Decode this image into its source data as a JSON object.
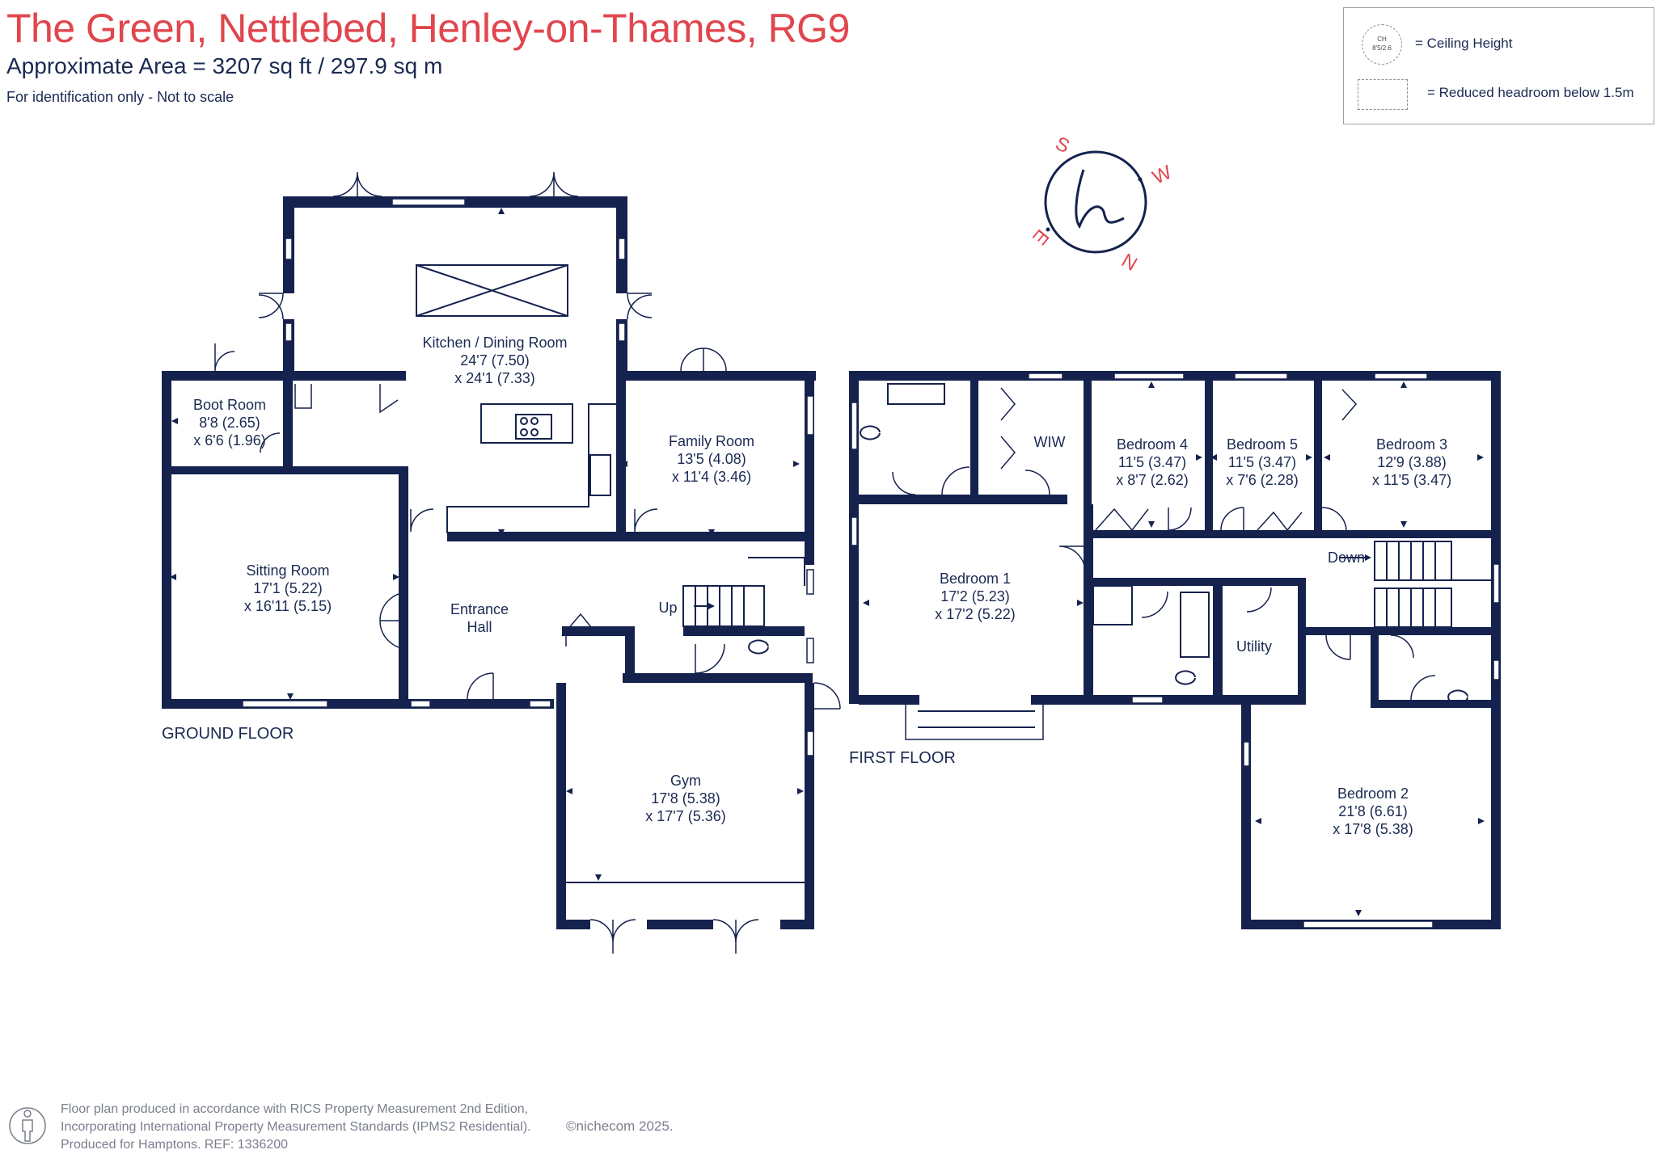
{
  "header": {
    "title": "The Green, Nettlebed, Henley-on-Thames, RG9",
    "area": "Approximate Area = 3207 sq ft / 297.9  sq m",
    "note": "For identification only - Not to scale"
  },
  "legend": {
    "ceiling_symbol_top": "CH",
    "ceiling_symbol_bottom": "8'5/2.6",
    "ceiling_label": "= Ceiling Height",
    "reduced_label": "= Reduced headroom below 1.5m"
  },
  "compass": {
    "s": "S",
    "w": "W",
    "n": "N",
    "e": "E",
    "logo": "h"
  },
  "ground_floor": {
    "label": "GROUND FLOOR",
    "rooms": [
      {
        "name": "Kitchen / Dining Room",
        "dim1": "24'7 (7.50)",
        "dim2": "x 24'1 (7.33)"
      },
      {
        "name": "Boot Room",
        "dim1": "8'8 (2.65)",
        "dim2": "x 6'6 (1.96)"
      },
      {
        "name": "Family Room",
        "dim1": "13'5 (4.08)",
        "dim2": "x 11'4 (3.46)"
      },
      {
        "name": "Sitting Room",
        "dim1": "17'1 (5.22)",
        "dim2": "x 16'11 (5.15)"
      },
      {
        "name": "Entrance",
        "dim1": "Hall",
        "dim2": ""
      },
      {
        "name": "Gym",
        "dim1": "17'8 (5.38)",
        "dim2": "x 17'7 (5.36)"
      }
    ],
    "stairs_label": "Up"
  },
  "first_floor": {
    "label": "FIRST FLOOR",
    "rooms": [
      {
        "name": "WIW",
        "dim1": "",
        "dim2": ""
      },
      {
        "name": "Bedroom 4",
        "dim1": "11'5 (3.47)",
        "dim2": "x 8'7 (2.62)"
      },
      {
        "name": "Bedroom 5",
        "dim1": "11'5 (3.47)",
        "dim2": "x 7'6 (2.28)"
      },
      {
        "name": "Bedroom 3",
        "dim1": "12'9 (3.88)",
        "dim2": "x 11'5 (3.47)"
      },
      {
        "name": "Bedroom 1",
        "dim1": "17'2 (5.23)",
        "dim2": "x 17'2 (5.22)"
      },
      {
        "name": "Utility",
        "dim1": "",
        "dim2": ""
      },
      {
        "name": "Bedroom 2",
        "dim1": "21'8 (6.61)",
        "dim2": "x 17'8 (5.38)"
      }
    ],
    "stairs_label": "Down"
  },
  "footer": {
    "line1": "Floor plan produced in accordance with RICS Property Measurement 2nd Edition,",
    "line2": "Incorporating International Property Measurement Standards (IPMS2 Residential).",
    "line3": "Produced for Hamptons.  REF:  1336200",
    "copyright": "©nichecom 2025."
  },
  "colors": {
    "wall": "#15224d",
    "accent": "#e0464e",
    "text": "#1b2a52"
  }
}
